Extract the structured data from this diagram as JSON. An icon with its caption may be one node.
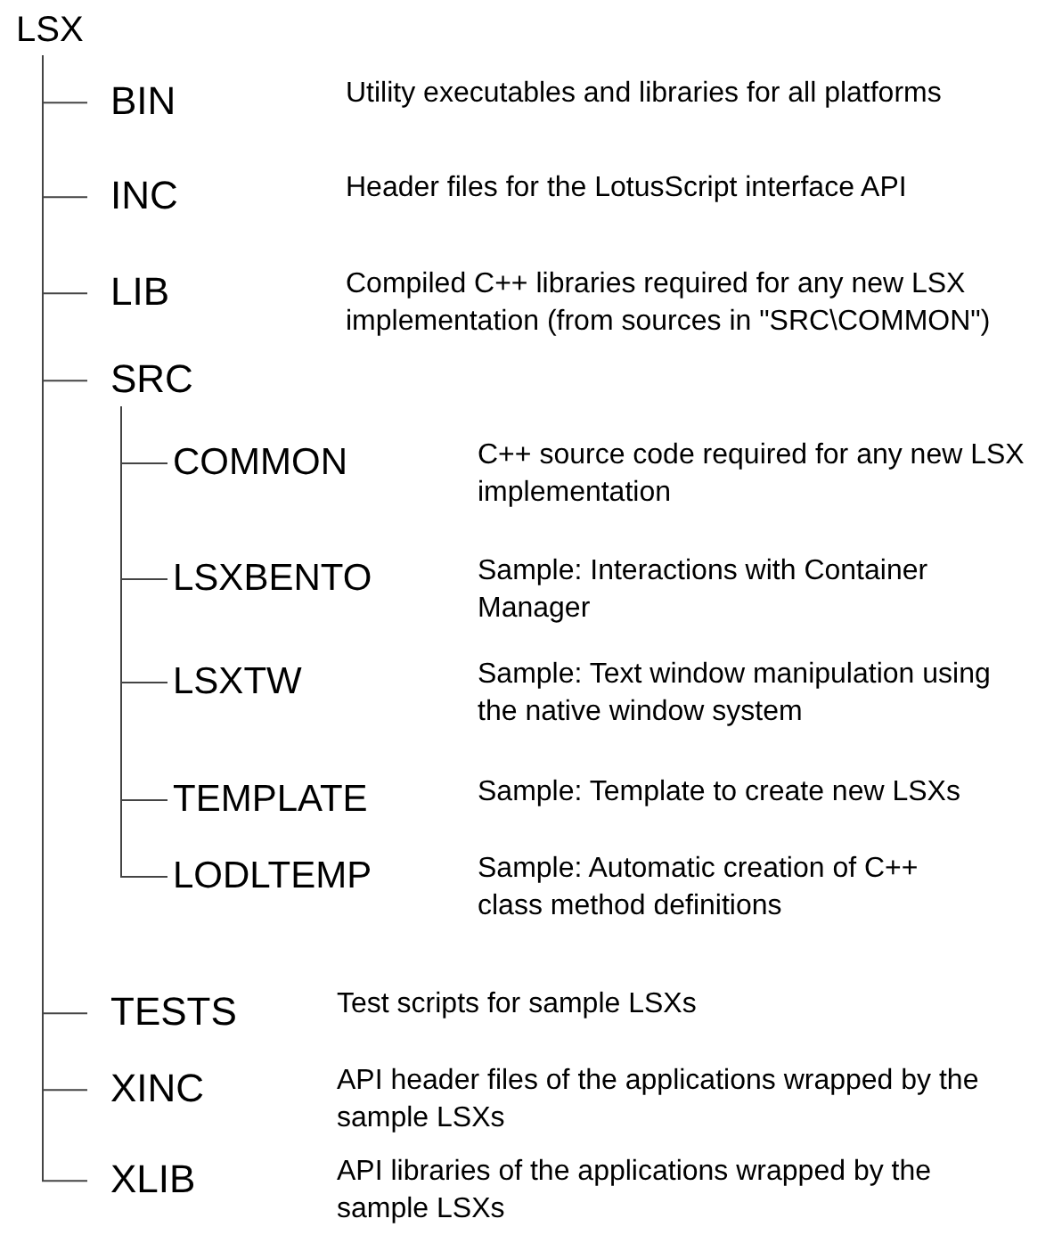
{
  "diagram": {
    "nodes": [
      {
        "text": [
          "LSX"
        ]
      },
      {
        "text": [
          "BIN"
        ],
        "beside": [
          "Utility executables and libraries for all platforms"
        ]
      },
      {
        "text": [
          "INC"
        ],
        "beside": [
          "Header files for the LotusScript interface API"
        ]
      },
      {
        "text": [
          "LIB"
        ],
        "beside": [
          "Compiled C++ libraries required for any new LSX implementation (from sources in \"SRC\\COMMON\")"
        ]
      },
      {
        "text": [
          "SRC"
        ]
      },
      {
        "text": [
          "COMMON"
        ],
        "beside": [
          "C++ source code required for any new LSX implementation"
        ]
      },
      {
        "text": [
          "LSXBENTO"
        ],
        "beside": [
          "Sample: Interactions with Container Manager"
        ]
      },
      {
        "text": [
          "LSXTW"
        ],
        "beside": [
          "Sample: Text window manipulation using the native window system"
        ]
      },
      {
        "text": [
          "TEMPLATE"
        ],
        "beside": [
          "Sample: Template to create new LSXs"
        ]
      },
      {
        "text": [
          "LODLTEMP"
        ],
        "beside": [
          "Sample: Automatic creation of C++ class method definitions"
        ]
      },
      {
        "text": [
          "TESTS"
        ],
        "beside": [
          "Test scripts for sample LSXs"
        ]
      },
      {
        "text": [
          "XINC"
        ],
        "beside": [
          "API header files of the applications wrapped by the sample LSXs"
        ]
      },
      {
        "text": [
          "XLIB"
        ],
        "beside": [
          "API libraries of the applications wrapped by the sample LSXs"
        ]
      }
    ],
    "edges": [
      {
        "from": 0,
        "to": 1,
        "arrow": "none"
      },
      {
        "from": 0,
        "to": 2,
        "arrow": "none"
      },
      {
        "from": 0,
        "to": 3,
        "arrow": "none"
      },
      {
        "from": 0,
        "to": 4,
        "arrow": "none"
      },
      {
        "from": 4,
        "to": 5,
        "arrow": "none"
      },
      {
        "from": 4,
        "to": 6,
        "arrow": "none"
      },
      {
        "from": 4,
        "to": 7,
        "arrow": "none"
      },
      {
        "from": 4,
        "to": 8,
        "arrow": "none"
      },
      {
        "from": 4,
        "to": 9,
        "arrow": "none"
      },
      {
        "from": 0,
        "to": 10,
        "arrow": "none"
      },
      {
        "from": 0,
        "to": 11,
        "arrow": "none"
      },
      {
        "from": 0,
        "to": 12,
        "arrow": "none"
      }
    ]
  }
}
